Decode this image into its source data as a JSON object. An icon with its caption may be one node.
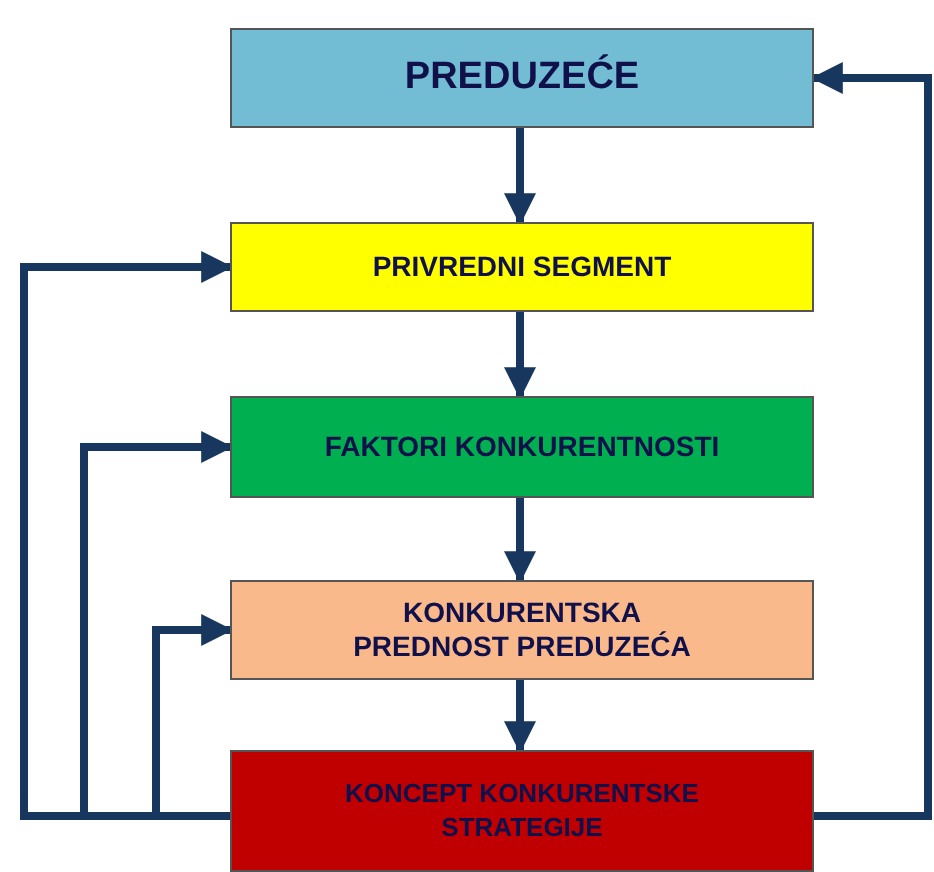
{
  "diagram": {
    "nodes": [
      {
        "text": [
          "PREDUZEĆE"
        ]
      },
      {
        "text": [
          "PRIVREDNI SEGMENT"
        ]
      },
      {
        "text": [
          "FAKTORI KONKURENTNOSTI"
        ]
      },
      {
        "text": [
          "KONKURENTSKA PREDNOST PREDUZEĆA"
        ]
      },
      {
        "text": [
          "KONCEPT KONKURENTSKE STRATEGIJE"
        ]
      }
    ],
    "edges": [
      {
        "from": 0,
        "to": 1,
        "arrow": "to"
      },
      {
        "from": 1,
        "to": 2,
        "arrow": "to"
      },
      {
        "from": 2,
        "to": 3,
        "arrow": "to"
      },
      {
        "from": 3,
        "to": 4,
        "arrow": "to"
      },
      {
        "from": 4,
        "to": 1,
        "arrow": "to"
      },
      {
        "from": 4,
        "to": 2,
        "arrow": "to"
      },
      {
        "from": 4,
        "to": 3,
        "arrow": "to"
      },
      {
        "from": 4,
        "to": 0,
        "arrow": "to"
      }
    ]
  }
}
